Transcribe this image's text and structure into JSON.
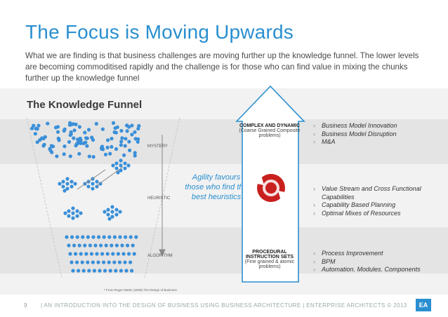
{
  "slide": {
    "title": "The Focus is Moving Upwards",
    "intro": "What we are finding is that business challenges are moving further up the knowledge funnel. The lower levels are becoming commoditised rapidly and the challenge is for those who can find value in mixing the chunks further up the knowledge funnel"
  },
  "funnel": {
    "title": "The Knowledge Funnel",
    "levels": [
      "MYSTERY",
      "HEURISTIC",
      "ALGORITHM"
    ],
    "dot_color": "#3a8fd8"
  },
  "agility": "Agility favours those who find the best heuristics",
  "arrow": {
    "top_head": "COMPLEX AND DYNAMIC",
    "top_sub": "(Coarse Grained Composite problems)",
    "bottom_head": "PROCEDURAL INSTRUCTION SETS",
    "bottom_sub": "(Fine grained & atomic problems)",
    "cycle_color": "#c8201e"
  },
  "bullets": {
    "top": [
      "Business Model Innovation",
      "Business Model Disruption",
      "M&A"
    ],
    "middle": [
      "Value Stream and Cross Functional Capabilities",
      "Capability Based Planning",
      "Optimal Mixes of Resources"
    ],
    "bottom": [
      "Process Improvement",
      "BPM",
      "Automation. Modules. Components"
    ]
  },
  "footnote": "* From Roger Martin (2009) The Design of Business",
  "footer": {
    "page_number": "9",
    "text": "|   AN INTRODUCTION INTO THE DESIGN OF BUSINESS USING BUSINESS ARCHITECTURE   |   ENTERPRISE ARCHITECTS © 2013",
    "logo": "EA"
  },
  "colors": {
    "accent": "#2a8fd0",
    "panel": "#f2f2f2",
    "band": "#e4e4e4"
  }
}
